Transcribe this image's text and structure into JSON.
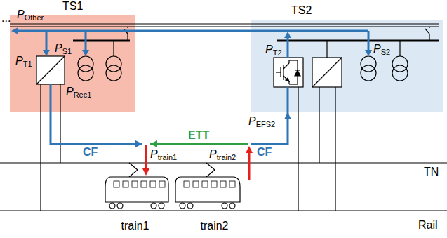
{
  "diagram": {
    "nodes": [
      {
        "text": [
          "TS1"
        ]
      },
      {
        "text": [
          "TS2"
        ]
      },
      {
        "text": [
          "train1"
        ]
      },
      {
        "text": [
          "train2"
        ]
      }
    ],
    "edges": [
      {
        "from": 0,
        "to": 2,
        "arrow": "to",
        "label": "CF"
      },
      {
        "from": 3,
        "to": 2,
        "arrow": "to",
        "label": "ETT"
      },
      {
        "from": 3,
        "to": 1,
        "arrow": "to",
        "label": "CF"
      }
    ],
    "labels": [
      "...",
      "POther",
      "PS1",
      "PT1",
      "PRec1",
      "PT2",
      "PS2",
      "PEFS2",
      "Ptrain1",
      "Ptrain2",
      "TN",
      "Rail"
    ]
  }
}
